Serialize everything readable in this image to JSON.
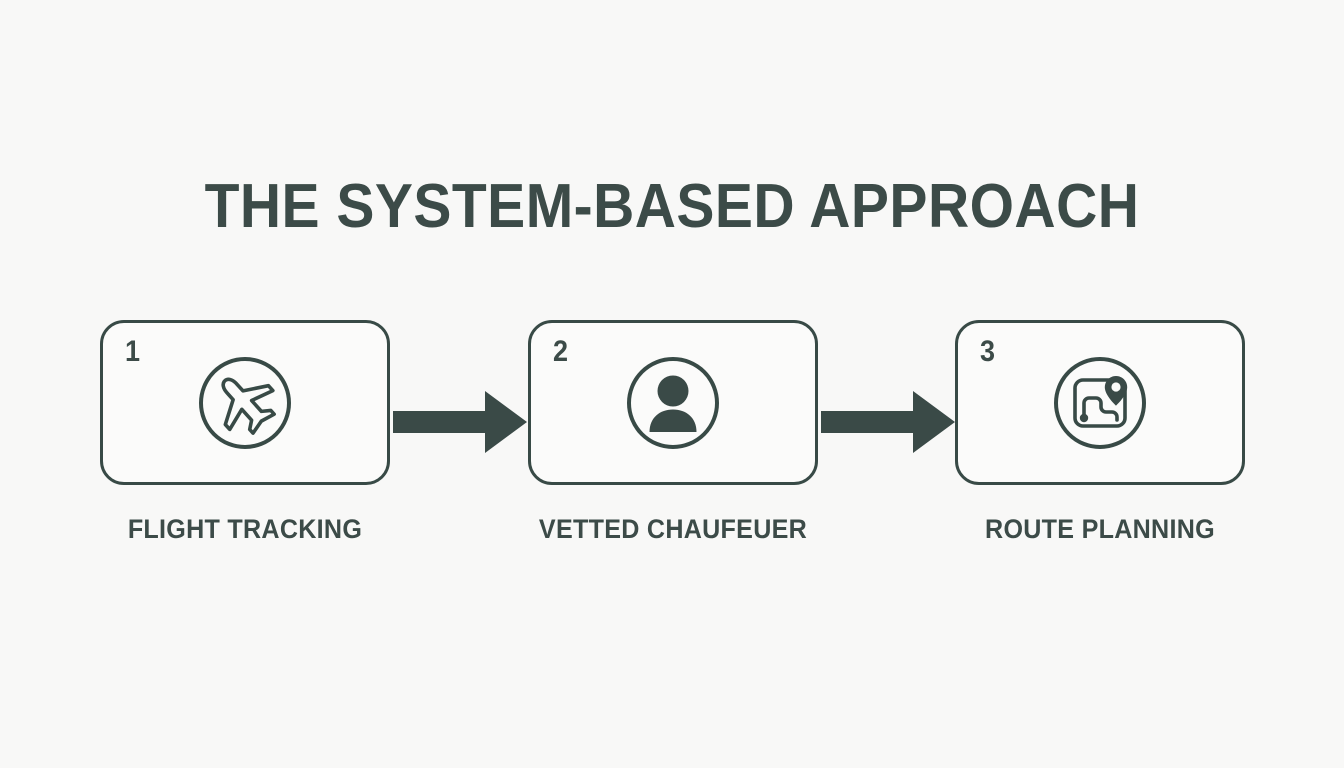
{
  "page": {
    "background_color": "#f8f8f7",
    "accent_color": "#3c4b48",
    "card_border_color": "#384a46"
  },
  "header": {
    "title": "THE SYSTEM-BASED APPROACH"
  },
  "steps": [
    {
      "number": "1",
      "label": "FLIGHT TRACKING",
      "icon": "airplane-circle-icon"
    },
    {
      "number": "2",
      "label": "VETTED CHAUFEUER",
      "icon": "person-circle-icon"
    },
    {
      "number": "3",
      "label": "ROUTE PLANNING",
      "icon": "route-map-circle-icon"
    }
  ],
  "connectors": [
    {
      "name": "arrow-right-icon"
    },
    {
      "name": "arrow-right-icon"
    }
  ]
}
